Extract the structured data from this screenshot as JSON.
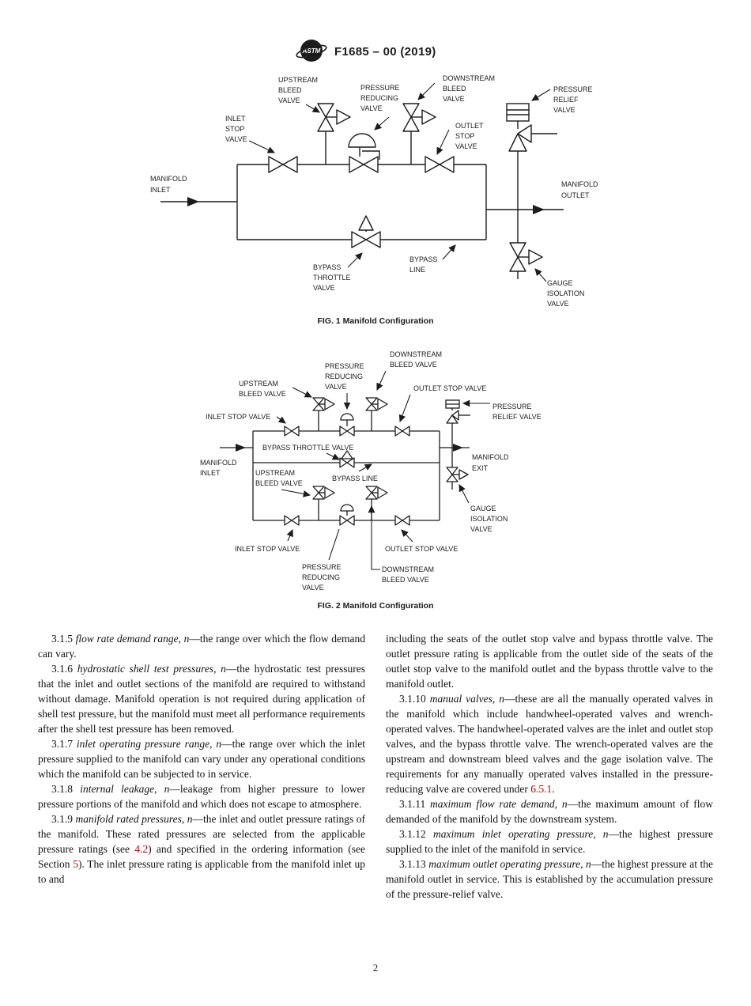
{
  "header": {
    "logo": "ASTM",
    "title": "F1685 – 00 (2019)"
  },
  "colors": {
    "link": "#c00000",
    "ink": "#1c1c1c",
    "paper": "#ffffff"
  },
  "fig1": {
    "caption": "FIG. 1  Manifold Configuration",
    "labels": {
      "upstream_bleed": [
        "UPSTREAM",
        "BLEED",
        "VALVE"
      ],
      "pressure_reducing": [
        "PRESSURE",
        "REDUCING",
        "VALVE"
      ],
      "downstream_bleed": [
        "DOWNSTREAM",
        "BLEED",
        "VALVE"
      ],
      "inlet_stop": [
        "INLET",
        "STOP",
        "VALVE"
      ],
      "outlet_stop": [
        "OUTLET",
        "STOP",
        "VALVE"
      ],
      "pressure_relief": [
        "PRESSURE",
        "RELIEF",
        "VALVE"
      ],
      "manifold_inlet": [
        "MANIFOLD",
        "INLET"
      ],
      "manifold_outlet": [
        "MANIFOLD",
        "OUTLET"
      ],
      "bypass_throttle": [
        "BYPASS",
        "THROTTLE",
        "VALVE"
      ],
      "bypass_line": [
        "BYPASS",
        "LINE"
      ],
      "gauge_isolation": [
        "GAUGE",
        "ISOLATION",
        "VALVE"
      ]
    }
  },
  "fig2": {
    "caption": "FIG. 2 Manifold Configuration",
    "labels": {
      "downstream_bleed_top": [
        "DOWNSTREAM",
        "BLEED VALVE"
      ],
      "pressure_reducing_top": [
        "PRESSURE",
        "REDUCING",
        "VALVE"
      ],
      "upstream_bleed_top": [
        "UPSTREAM",
        "BLEED VALVE"
      ],
      "outlet_stop_top": "OUTLET STOP VALVE",
      "inlet_stop_top": "INLET STOP VALVE",
      "pressure_relief": [
        "PRESSURE",
        "RELIEF VALVE"
      ],
      "manifold_inlet": [
        "MANIFOLD",
        "INLET"
      ],
      "manifold_exit": [
        "MANIFOLD",
        "EXIT"
      ],
      "bypass_throttle": "BYPASS THROTTLE VALVE",
      "bypass_line": "BYPASS LINE",
      "upstream_bleed_bottom": [
        "UPSTREAM",
        "BLEED VALVE"
      ],
      "gauge_isolation": [
        "GAUGE",
        "ISOLATION",
        "VALVE"
      ],
      "inlet_stop_bottom": "INLET STOP VALVE",
      "pressure_reducing_bottom": [
        "PRESSURE",
        "REDUCING",
        "VALVE"
      ],
      "downstream_bleed_bottom": [
        "DOWNSTREAM",
        "BLEED VALVE"
      ],
      "outlet_stop_bottom": "OUTLET STOP VALVE"
    }
  },
  "content": {
    "left": [
      {
        "num": "3.1.5 ",
        "term": "flow rate demand range, n",
        "body": "—the range over which the flow demand can vary."
      },
      {
        "num": "3.1.6 ",
        "term": "hydrostatic shell test pressures, n",
        "body": "—the hydrostatic test pressures that the inlet and outlet sections of the manifold are required to withstand without damage. Manifold operation is not required during application of shell test pressure, but the manifold must meet all performance requirements after the shell test pressure has been removed."
      },
      {
        "num": "3.1.7 ",
        "term": "inlet operating pressure range, n",
        "body": "—the range over which the inlet pressure supplied to the manifold can vary under any operational conditions which the manifold can be subjected to in service."
      },
      {
        "num": "3.1.8 ",
        "term": "internal leakage, n",
        "body": "—leakage from higher pressure to lower pressure portions of the manifold and which does not escape to atmosphere."
      },
      {
        "num": "3.1.9 ",
        "term": "manifold rated pressures, n",
        "body1": "—the inlet and outlet pressure ratings of the manifold. These rated pressures are selected from the applicable pressure ratings (see ",
        "link1": "4.2",
        "body2": ") and specified in the ordering information (see Section ",
        "link2": "5",
        "body3": "). The inlet pressure rating is applicable from the manifold inlet up to and"
      }
    ],
    "right": {
      "continuation": "including the seats of the outlet stop valve and bypass throttle valve. The outlet pressure rating is applicable from the outlet side of the seats of the outlet stop valve to the manifold outlet and the bypass throttle valve to the manifold outlet.",
      "paras": [
        {
          "num": "3.1.10 ",
          "term": "manual valves, n",
          "body1": "—these are all the manually operated valves in the manifold which include handwheel-operated valves and wrench-operated valves. The handwheel-operated valves are the inlet and outlet stop valves, and the bypass throttle valve. The wrench-operated valves are the upstream and downstream bleed valves and the gage isolation valve. The requirements for any manually operated valves installed in the pressure-reducing valve are covered under ",
          "link1": "6.5.1",
          "body2": "."
        },
        {
          "num": "3.1.11 ",
          "term": "maximum flow rate demand, n",
          "body": "—the maximum amount of flow demanded of the manifold by the downstream system."
        },
        {
          "num": "3.1.12 ",
          "term": "maximum inlet operating pressure, n",
          "body": "—the highest pressure supplied to the inlet of the manifold in service."
        },
        {
          "num": "3.1.13 ",
          "term": "maximum outlet operating pressure, n",
          "body": "—the highest pressure at the manifold outlet in service. This is established by the accumulation pressure of the pressure-relief valve."
        }
      ]
    }
  },
  "footer": {
    "page_number": "2"
  }
}
